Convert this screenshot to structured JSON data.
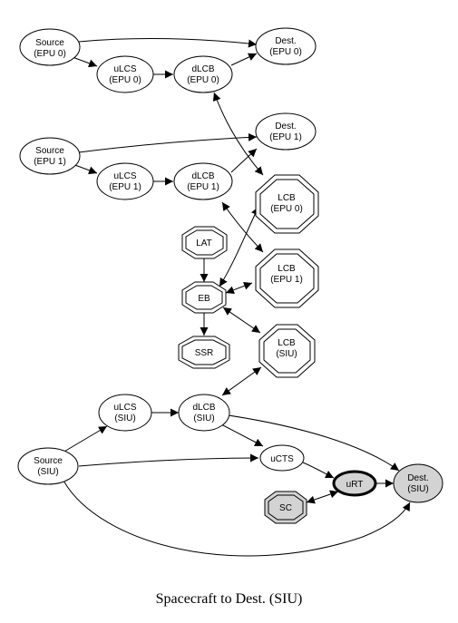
{
  "caption": "Spacecraft to Dest. (SIU)",
  "colors": {
    "stroke": "#000000",
    "node_fill": "#ffffff",
    "highlight_fill": "#d3d3d3"
  },
  "nodes": {
    "source_epu0": [
      "Source",
      "(EPU 0)"
    ],
    "dest_epu0": [
      "Dest.",
      "(EPU 0)"
    ],
    "ulcs_epu0": [
      "uLCS",
      "(EPU 0)"
    ],
    "dlcb_epu0": [
      "dLCB",
      "(EPU 0)"
    ],
    "source_epu1": [
      "Source",
      "(EPU 1)"
    ],
    "dest_epu1": [
      "Dest.",
      "(EPU 1)"
    ],
    "ulcs_epu1": [
      "uLCS",
      "(EPU 1)"
    ],
    "dlcb_epu1": [
      "dLCB",
      "(EPU 1)"
    ],
    "lcb_epu0": [
      "LCB",
      "(EPU 0)"
    ],
    "lat": [
      "LAT"
    ],
    "lcb_epu1": [
      "LCB",
      "(EPU 1)"
    ],
    "eb": [
      "EB"
    ],
    "ssr": [
      "SSR"
    ],
    "lcb_siu": [
      "LCB",
      "(SIU)"
    ],
    "ulcs_siu": [
      "uLCS",
      "(SIU)"
    ],
    "dlcb_siu": [
      "dLCB",
      "(SIU)"
    ],
    "source_siu": [
      "Source",
      "(SIU)"
    ],
    "ucts": [
      "uCTS"
    ],
    "urt": [
      "uRT"
    ],
    "dest_siu": [
      "Dest.",
      "(SIU)"
    ],
    "sc": [
      "SC"
    ]
  }
}
